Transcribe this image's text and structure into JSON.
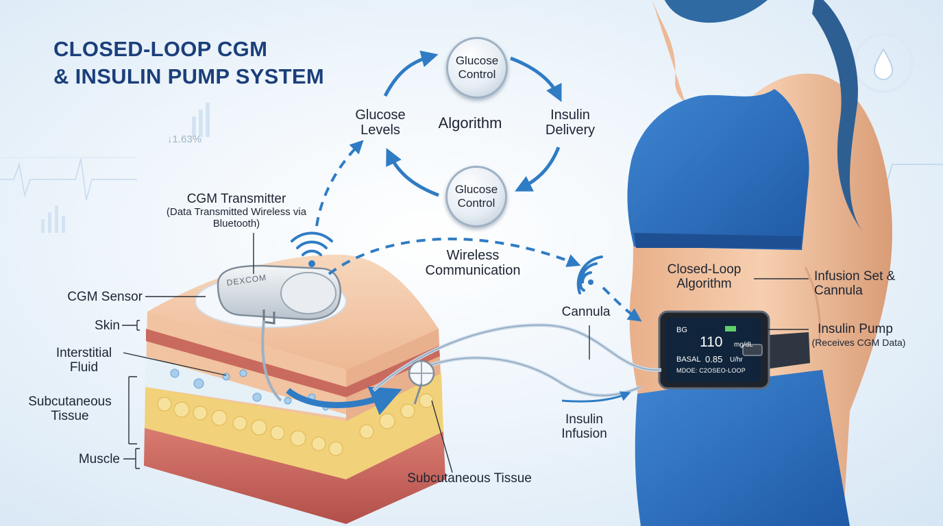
{
  "title": {
    "line1": "CLOSED-LOOP CGM",
    "line2": "& INSULIN PUMP SYSTEM"
  },
  "background_readout": "↓1.63%",
  "cycle": {
    "center": "Algorithm",
    "top_node": "Glucose Control",
    "bottom_node": "Glucose Control",
    "left": "Glucose Levels",
    "right": "Insulin Delivery"
  },
  "labels": {
    "cgm_transmitter": "CGM Transmitter",
    "cgm_transmitter_note": "(Data Transmitted Wireless via Bluetooth)",
    "wireless_communication": "Wireless Communication",
    "cgm_sensor": "CGM Sensor",
    "skin": "Skin",
    "interstitial_fluid": "Interstitial Fluid",
    "subcutaneous_tissue_left": "Subcutaneous Tissue",
    "muscle": "Muscle",
    "subcutaneous_tissue_bottom": "Subcutaneous Tissue",
    "cannula": "Cannula",
    "insulin_infusion": "Insulin Infusion",
    "closed_loop_algorithm": "Closed-Loop Algorithm",
    "infusion_set": "Infusion Set & Cannula",
    "insulin_pump": "Insulin Pump",
    "insulin_pump_note": "(Receives CGM Data)"
  },
  "device": {
    "brand": "DEXCOM"
  },
  "pump_screen": {
    "bg_label": "BG",
    "bg_value": "110",
    "bg_unit": "mg/dL",
    "basal_label": "BASAL",
    "basal_value": "0.85",
    "basal_unit": "U/hr",
    "mode": "MDOE: C2OSEO-LOOP"
  },
  "colors": {
    "accent_blue": "#2f7cc4",
    "title_blue": "#1b3f7a",
    "skin": "#f2c5a0",
    "fat": "#f1d27a",
    "muscle": "#c8605a",
    "garment_blue": "#2f6fbd"
  }
}
